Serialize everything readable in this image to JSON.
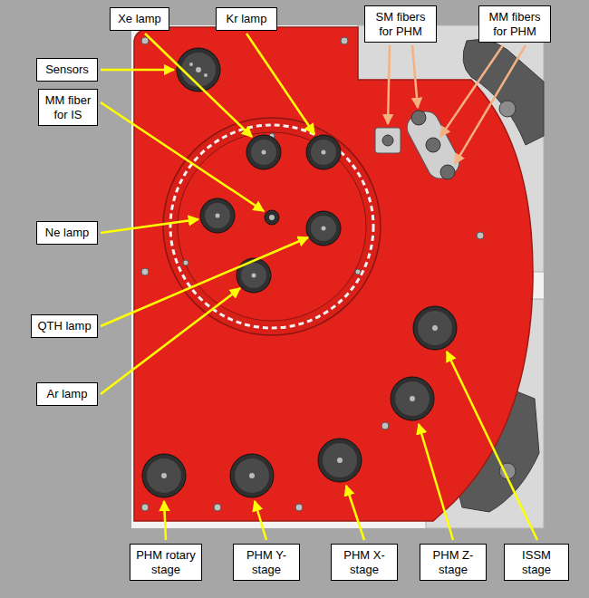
{
  "diagram": {
    "nodes": [
      {
        "text": [
          "Sensors"
        ]
      },
      {
        "text": [
          "Xe lamp"
        ]
      },
      {
        "text": [
          "Kr lamp"
        ]
      },
      {
        "text": [
          "SM fibers for PHM"
        ]
      },
      {
        "text": [
          "MM fibers for PHM"
        ]
      },
      {
        "text": [
          "MM fiber for IS"
        ]
      },
      {
        "text": [
          "Ne lamp"
        ]
      },
      {
        "text": [
          "QTH lamp"
        ]
      },
      {
        "text": [
          "Ar lamp"
        ]
      },
      {
        "text": [
          "PHM rotary stage"
        ]
      },
      {
        "text": [
          "PHM Y-stage"
        ]
      },
      {
        "text": [
          "PHM X-stage"
        ]
      },
      {
        "text": [
          "PHM Z-stage"
        ]
      },
      {
        "text": [
          "ISSM stage"
        ]
      }
    ]
  }
}
